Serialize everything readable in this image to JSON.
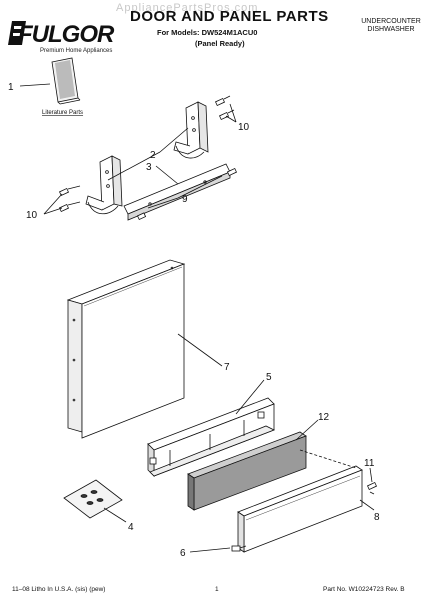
{
  "header": {
    "watermark": "AppliancePartsPros.com",
    "brand": "FULGOR",
    "brand_tagline": "Premium Home Appliances",
    "title": "DOOR AND PANEL PARTS",
    "models_line": "For Models: DW524M1ACU0",
    "variant": "(Panel Ready)",
    "appliance_type_line1": "UNDERCOUNTER",
    "appliance_type_line2": "DISHWASHER"
  },
  "diagram": {
    "literature_label": "Literature Parts",
    "callouts": {
      "c1": "1",
      "c2": "2",
      "c3": "3",
      "c4": "4",
      "c5": "5",
      "c6": "6",
      "c7": "7",
      "c8": "8",
      "c9": "9",
      "c10a": "10",
      "c10b": "10",
      "c11": "11",
      "c12": "12"
    }
  },
  "footer": {
    "print_info": "11–08 Litho In U.S.A. (sis) (pew)",
    "page_number": "1",
    "part_number": "Part No. W10224723 Rev. B"
  }
}
